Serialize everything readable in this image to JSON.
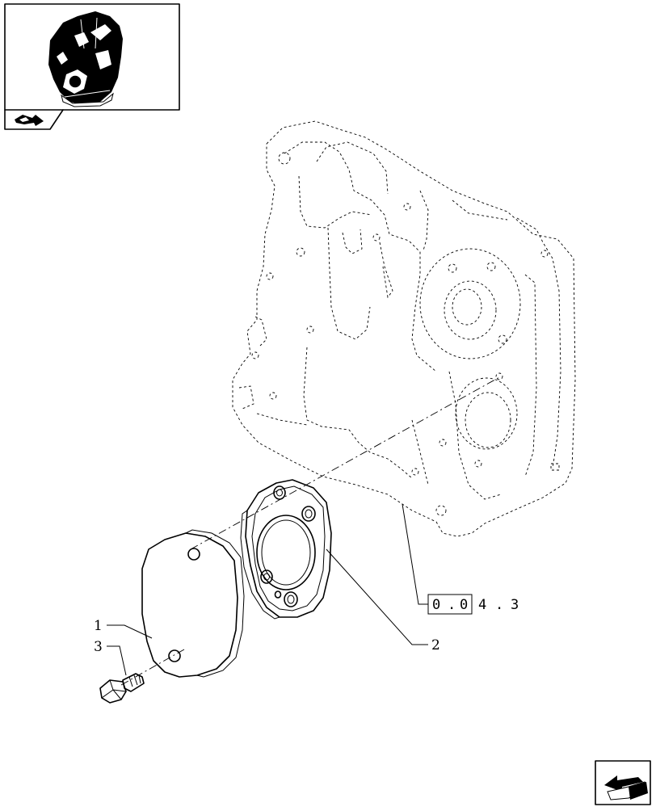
{
  "thumbnail": {
    "icon": "engine-assembly-thumbnail",
    "nav_icon": "book-arrow-icon"
  },
  "callouts": [
    {
      "number": "1",
      "part": "cover-plate"
    },
    {
      "number": "3",
      "part": "bolt"
    },
    {
      "number": "2",
      "part": "gasket"
    }
  ],
  "reference": {
    "boxed_digits": [
      "0",
      "0"
    ],
    "tail_digits": [
      "4",
      "3"
    ],
    "separator": "."
  },
  "nav": {
    "icon": "next-page-arrow-icon"
  }
}
